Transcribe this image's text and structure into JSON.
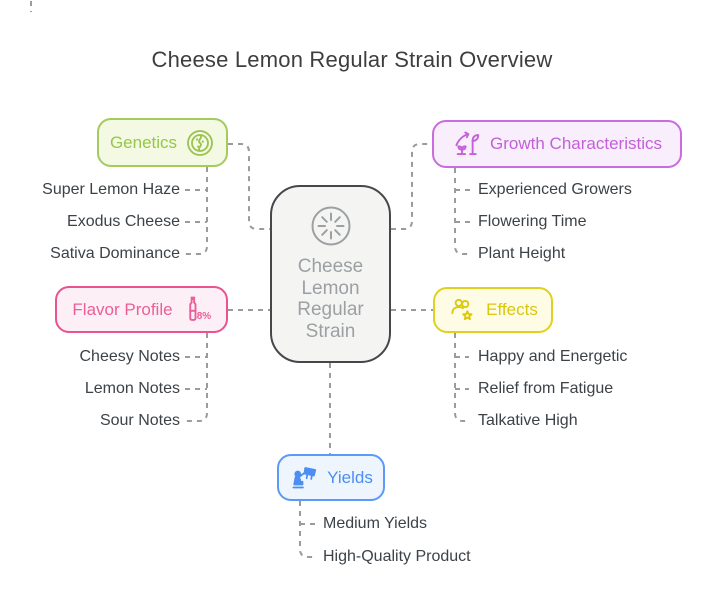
{
  "title": "Cheese Lemon Regular Strain Overview",
  "center": {
    "icon": "lemon-slice-icon",
    "lines": [
      "Cheese",
      "Lemon",
      "Regular",
      "Strain"
    ]
  },
  "branches": [
    {
      "name": "genetics",
      "label": "Genetics",
      "icon": "seed-icon",
      "accent": "#97C748",
      "background": "#F3F9E2",
      "items": [
        "Super Lemon Haze",
        "Exodus Cheese",
        "Sativa Dominance"
      ]
    },
    {
      "name": "growth",
      "label": "Growth Characteristics",
      "icon": "plant-growth-icon",
      "accent": "#C45FD9",
      "background": "#F9EFFC",
      "items": [
        "Experienced Growers",
        "Flowering Time",
        "Plant Height"
      ]
    },
    {
      "name": "flavor",
      "label": "Flavor Profile",
      "icon": "bottle-percent-icon",
      "accent": "#EC5E98",
      "background": "#FCEFF5",
      "items": [
        "Cheesy Notes",
        "Lemon Notes",
        "Sour Notes"
      ]
    },
    {
      "name": "effects",
      "label": "Effects",
      "icon": "users-star-icon",
      "accent": "#D9C70B",
      "background": "#FEFCE4",
      "items": [
        "Happy and Energetic",
        "Relief from Fatigue",
        "Talkative High"
      ]
    },
    {
      "name": "yields",
      "label": "Yields",
      "icon": "harvest-icon",
      "accent": "#4C8EF2",
      "background": "#EEF5FD",
      "items": [
        "Medium Yields",
        "High-Quality Product"
      ]
    }
  ],
  "colors": {
    "canvas": "#FFFFFF",
    "connector": "#9B9B9B",
    "title_text": "#3E3E3E",
    "item_text": "#3C4247",
    "central_border": "#45484B",
    "central_background": "#F4F4F3",
    "central_text": "#9DA0A3"
  }
}
